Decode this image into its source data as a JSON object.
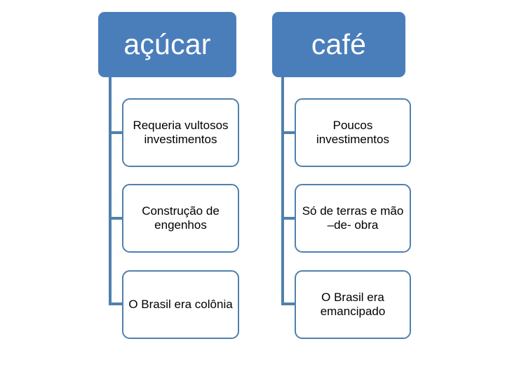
{
  "diagram": {
    "type": "two-column-hierarchy",
    "colors": {
      "header_fill": "#4a7ebb",
      "header_text": "#ffffff",
      "box_border": "#5080ad",
      "box_fill": "#ffffff",
      "box_text": "#000000",
      "connector": "#5080ad",
      "background": "#ffffff"
    },
    "columns": [
      {
        "header": "açúcar",
        "items": [
          "Requeria vultosos investimentos",
          "Construção de engenhos",
          "O Brasil  era colônia"
        ]
      },
      {
        "header": "café",
        "items": [
          "Poucos investimentos",
          "Só de terras e mão –de- obra",
          "O Brasil era emancipado"
        ]
      }
    ]
  }
}
